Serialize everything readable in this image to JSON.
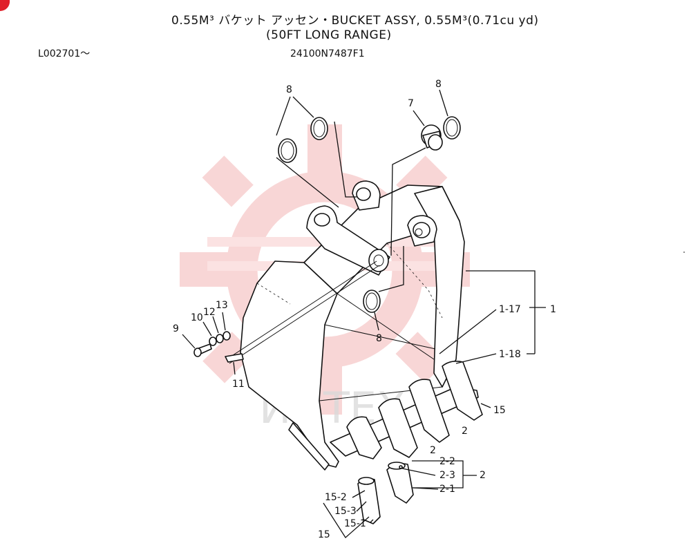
{
  "header": {
    "title_line1": "0.55M³ バケット アッセン・BUCKET ASSY, 0.55M³(0.71cu yd)",
    "title_line2": "(50FT LONG RANGE)",
    "serial_from": "L002701～",
    "part_number": "24100N7487F1"
  },
  "watermark": {
    "text": "ИНТЕХ",
    "color": "#f4b6b6"
  },
  "callouts": {
    "c8_top_left": "8",
    "c8_top_right": "8",
    "c7": "7",
    "c8_bottom": "8",
    "c1_17": "1-17",
    "c1": "1",
    "c1_18": "1-18",
    "c9": "9",
    "c10": "10",
    "c12": "12",
    "c13": "13",
    "c11": "11",
    "c15_right": "15",
    "c2_a": "2",
    "c2_b": "2",
    "c2_2": "2-2",
    "c2_3": "2-3",
    "c2_group": "2",
    "c2_1": "2-1",
    "c15_2": "15-2",
    "c15_3": "15-3",
    "c15_1": "15-1",
    "c15_group": "15"
  },
  "colors": {
    "line": "#111111",
    "corner_mark": "#e0202a"
  }
}
